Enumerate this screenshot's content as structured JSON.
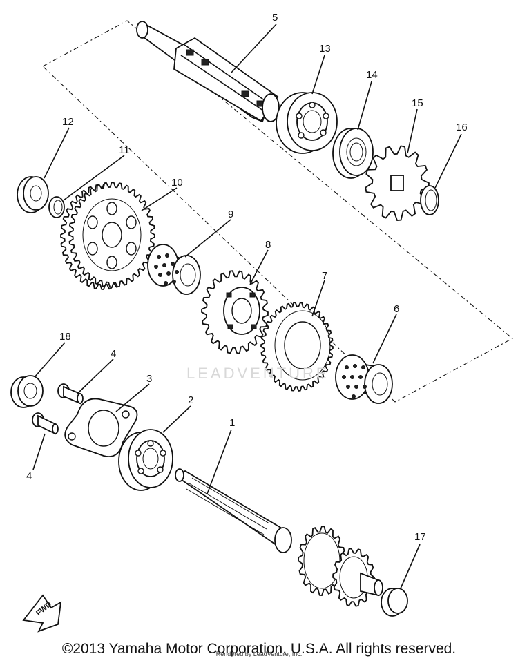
{
  "callouts": [
    {
      "label": "1"
    },
    {
      "label": "2"
    },
    {
      "label": "3"
    },
    {
      "label": "4"
    },
    {
      "label": "4"
    },
    {
      "label": "5"
    },
    {
      "label": "6"
    },
    {
      "label": "7"
    },
    {
      "label": "8"
    },
    {
      "label": "9"
    },
    {
      "label": "10"
    },
    {
      "label": "11"
    },
    {
      "label": "12"
    },
    {
      "label": "13"
    },
    {
      "label": "14"
    },
    {
      "label": "15"
    },
    {
      "label": "16"
    },
    {
      "label": "17"
    },
    {
      "label": "18"
    }
  ],
  "fwd_label": "FWD",
  "watermark": "LEADVENTURE",
  "copyright": "©2013 Yamaha Motor Corporation, U.S.A. All rights reserved.",
  "overprint": "Rendered by LeadVenture, Inc."
}
